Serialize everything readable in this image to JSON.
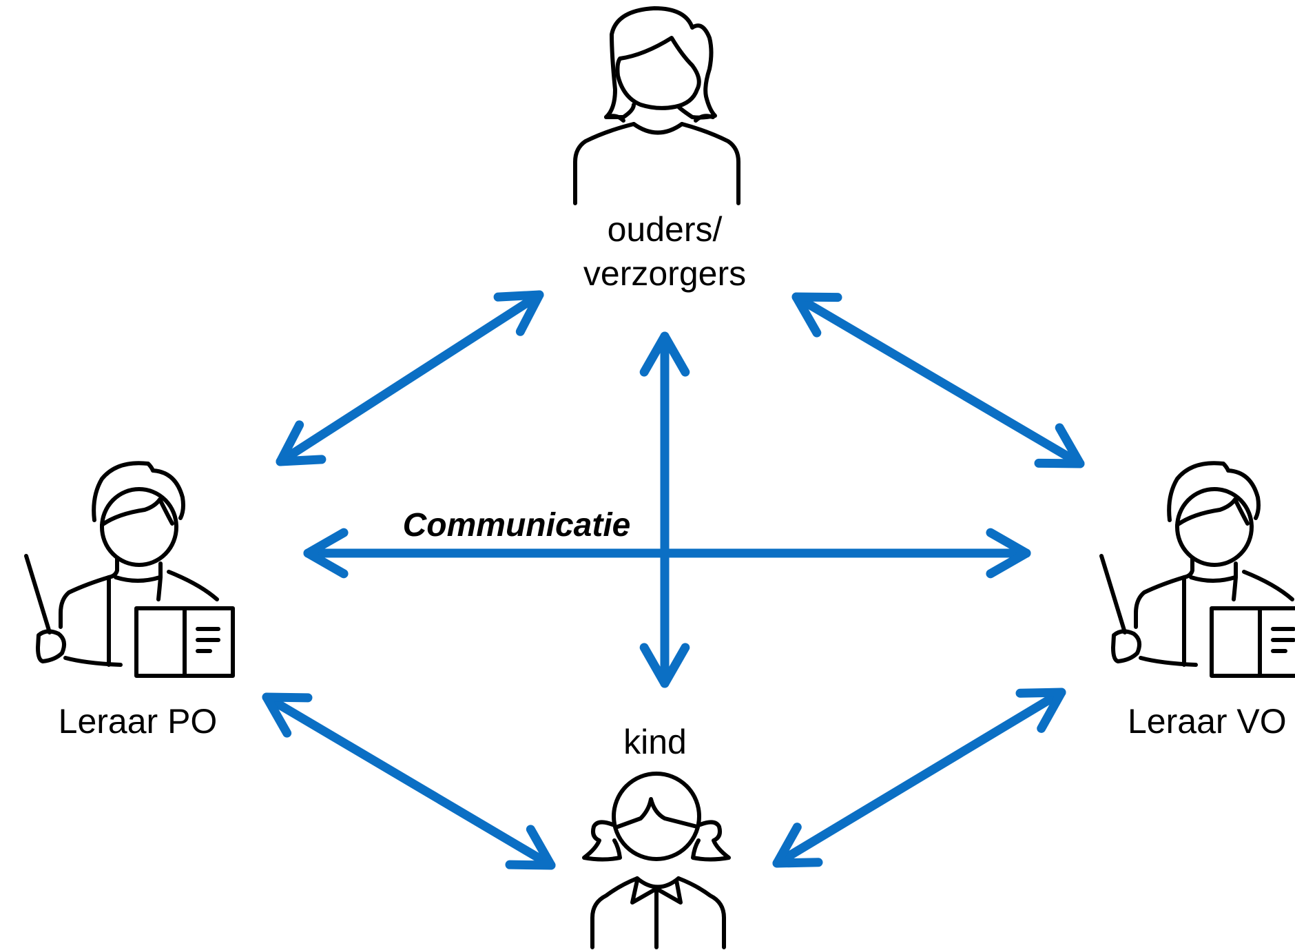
{
  "nodes": {
    "parents": {
      "line1": "ouders/",
      "line2": "verzorgers",
      "icon": "woman-icon"
    },
    "teacher_po": {
      "label": "Leraar PO",
      "icon": "teacher-icon"
    },
    "teacher_vo": {
      "label": "Leraar VO",
      "icon": "teacher-icon"
    },
    "child": {
      "label": "kind",
      "icon": "girl-icon"
    }
  },
  "center_label": "Communicatie",
  "colors": {
    "arrow": "#0b6fc4",
    "icon_stroke": "#000000"
  },
  "edges": [
    {
      "from": "teacher_po",
      "to": "parents",
      "type": "bidirectional"
    },
    {
      "from": "parents",
      "to": "teacher_vo",
      "type": "bidirectional"
    },
    {
      "from": "teacher_po",
      "to": "child",
      "type": "bidirectional"
    },
    {
      "from": "child",
      "to": "teacher_vo",
      "type": "bidirectional"
    },
    {
      "from": "parents",
      "to": "child",
      "type": "bidirectional"
    },
    {
      "from": "teacher_po",
      "to": "teacher_vo",
      "type": "bidirectional"
    }
  ]
}
